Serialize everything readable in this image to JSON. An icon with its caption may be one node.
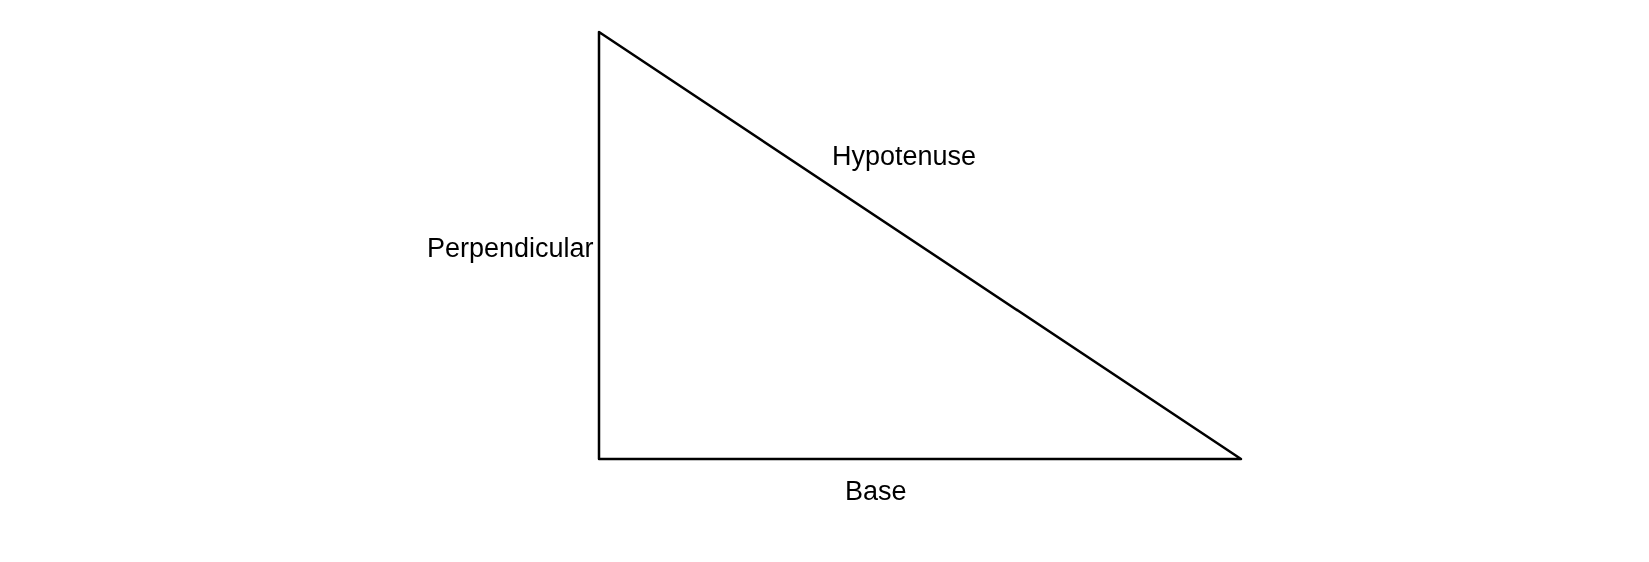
{
  "diagram": {
    "labels": [
      "Hypotenuse",
      "Perpendicular",
      "Base"
    ]
  }
}
